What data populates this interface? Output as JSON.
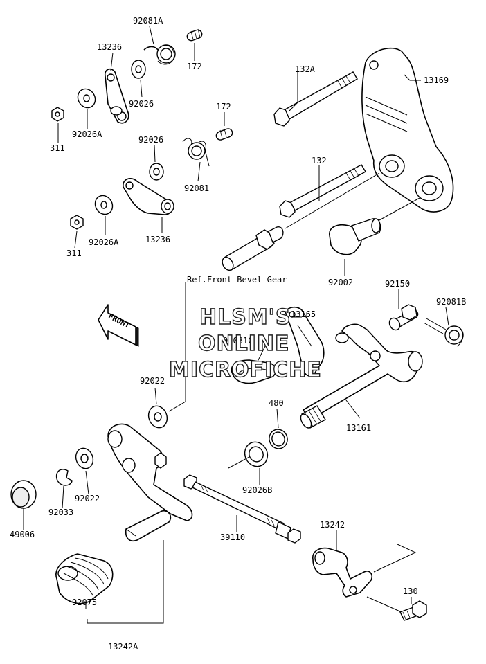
{
  "labels": {
    "p92081A": "92081A",
    "p13236a": "13236",
    "p172a": "172",
    "p92026a": "92026",
    "p311a": "311",
    "p92026Aa": "92026A",
    "p172b": "172",
    "p92026b": "92026",
    "p92081": "92081",
    "p311b": "311",
    "p92026Ab": "92026A",
    "p13236b": "13236",
    "p132A": "132A",
    "p13169": "13169",
    "p132": "132",
    "p92002": "92002",
    "p92150": "92150",
    "p92081B": "92081B",
    "p13165": "13165",
    "p92081C": "92081C",
    "p13161": "13161",
    "p480": "480",
    "p92026B": "92026B",
    "p92022a": "92022",
    "p92022b": "92022",
    "p92033": "92033",
    "p49006": "49006",
    "p39110": "39110",
    "p13242": "13242",
    "p130": "130",
    "p92075": "92075",
    "p13242A": "13242A"
  },
  "reference_note": "Ref.Front Bevel Gear",
  "direction_marker": "FRONT",
  "watermark": {
    "line1": "HLSM'S",
    "line2": "ONLINE",
    "line3": "MICROFICHE"
  }
}
